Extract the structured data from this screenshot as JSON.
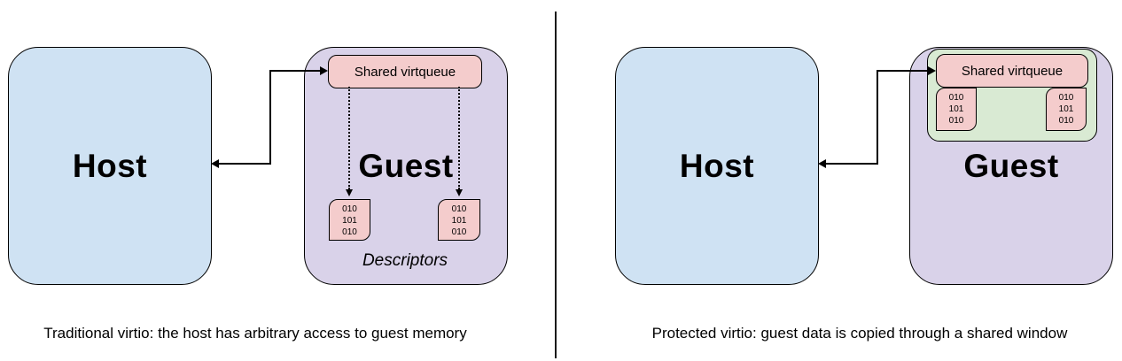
{
  "colors": {
    "host-fill": "#cfe2f3",
    "guest-fill": "#d9d2e9",
    "queue-fill": "#f4cccc",
    "window-fill": "#d9ead3",
    "stroke": "#000000"
  },
  "left_panel": {
    "host_label": "Host",
    "guest_label": "Guest",
    "virtqueue_label": "Shared virtqueue",
    "descriptor_text": "010\n101\n010",
    "descriptors_label": "Descriptors",
    "caption": "Traditional virtio: the host has arbitrary access to guest memory"
  },
  "right_panel": {
    "host_label": "Host",
    "guest_label": "Guest",
    "virtqueue_label": "Shared virtqueue",
    "descriptor_text": "010\n101\n010",
    "caption": "Protected virtio: guest data is copied through a shared window"
  }
}
